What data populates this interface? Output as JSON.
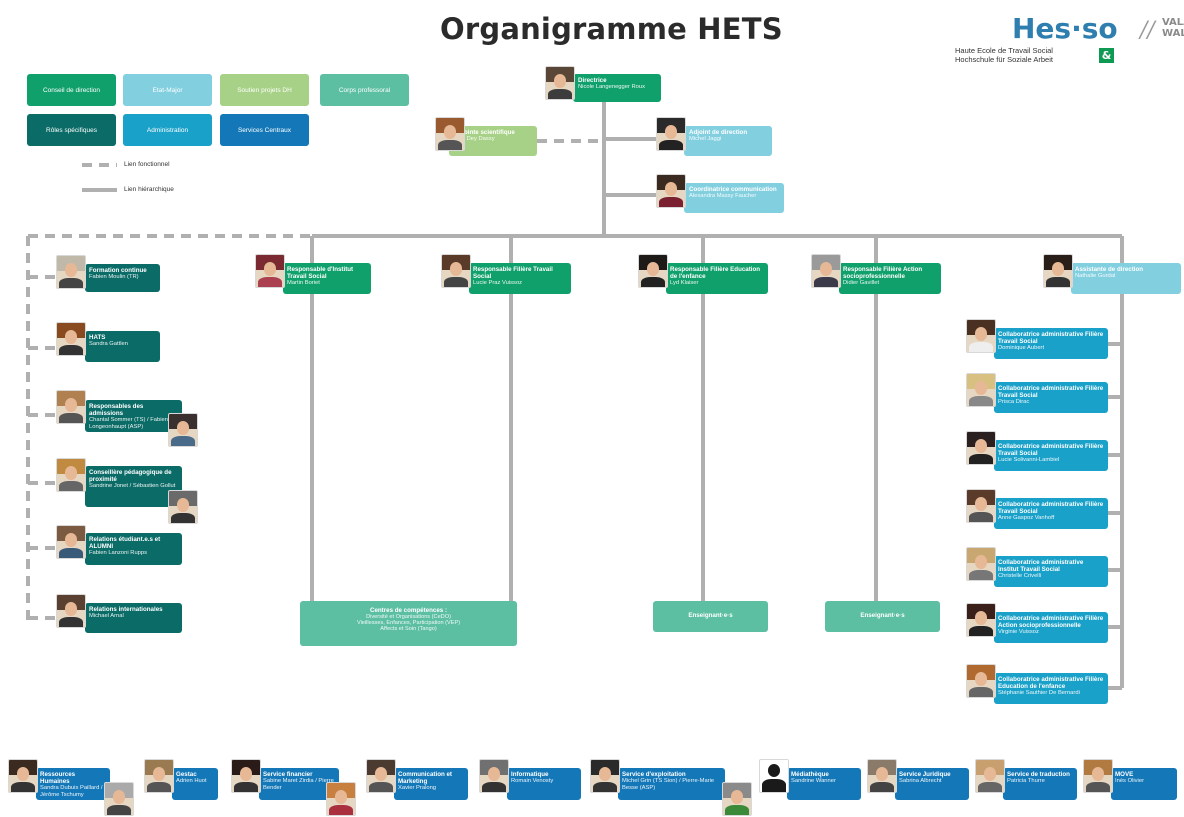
{
  "title": "Organigramme HETS",
  "logo": {
    "name": "Hes·so",
    "region": [
      "VALAIS",
      "WALLIS"
    ],
    "subtitle": [
      "Haute Ecole de Travail Social",
      "Hochschule für Soziale Arbeit"
    ],
    "amp": "&"
  },
  "legend": {
    "items": [
      {
        "label": "Conseil de direction",
        "color": "#10a06b"
      },
      {
        "label": "Etat-Major",
        "color": "#82cfe0"
      },
      {
        "label": "Soutien projets DH",
        "color": "#a7d186"
      },
      {
        "label": "Corps professoral",
        "color": "#5dbfa2"
      },
      {
        "label": "Rôles spécifiques",
        "color": "#0a6b67"
      },
      {
        "label": "Administration",
        "color": "#1aa1c9"
      },
      {
        "label": "Services Centraux",
        "color": "#1478b8"
      }
    ],
    "fonctionnel": "Lien fonctionnel",
    "hierarchique": "Lien hiérarchique"
  },
  "top": {
    "directrice": {
      "role": "Directrice",
      "name": "Nicole Langenegger Roux"
    },
    "adjointe_sci": {
      "role": "Adjointe scientifique",
      "name": "Line Dey Dassy"
    },
    "adjoint_dir": {
      "role": "Adjoint de direction",
      "name": "Michel Jaggi"
    },
    "coord_comm": {
      "role": "Coordinatrice communication",
      "name": "Alexandra Massy Faucher"
    }
  },
  "left": [
    {
      "role": "Formation continue",
      "name": "Fabien Moulin (TR)"
    },
    {
      "role": "HATS",
      "name": "Sandra Gattlen"
    },
    {
      "role": "Responsables des admissions",
      "name": "Chantal Sommer (TS) / Fabien Longeonhaupt (ASP)"
    },
    {
      "role": "Conseillère pédagogique de proximité",
      "name": "Sandrine Jonet / Sébastien Gollut"
    },
    {
      "role": "Relations étudiant.e.s et ALUMNI",
      "name": "Fabien Lanzoni Rupps"
    },
    {
      "role": "Relations internationales",
      "name": "Michael Arnal"
    }
  ],
  "columns": [
    {
      "role": "Responsable d'Institut Travail Social",
      "name": "Martin Boriet"
    },
    {
      "role": "Responsable Filière Travail Social",
      "name": "Lucie Praz Vuissoz"
    },
    {
      "role": "Responsable Filière Education de l'enfance",
      "name": "Lyd Klaiser"
    },
    {
      "role": "Responsable Filière Action socioprofessionnelle",
      "name": "Didier Gavillet"
    },
    {
      "role": "Assistante de direction",
      "name": "Nathalie Gurdal"
    }
  ],
  "centres": {
    "title": "Centres de compétences :",
    "lines": [
      "Diversité et Organisations (CeDO)",
      "Vieillesses, Enfances, Participation (VEP)",
      "Affects et Soin (Tango)"
    ]
  },
  "enseignants": [
    "Enseignant·e·s",
    "Enseignant·e·s"
  ],
  "admin": [
    {
      "role": "Collaboratrice administrative Filière Travail Social",
      "name": "Dominique Aubert"
    },
    {
      "role": "Collaboratrice administrative Filière Travail Social",
      "name": "Prisca Dirac"
    },
    {
      "role": "Collaboratrice administrative Filière Travail Social",
      "name": "Lucie Solivanni-Lambiel"
    },
    {
      "role": "Collaboratrice administrative Filière Travail Social",
      "name": "Anne Gaspoz Vanhoff"
    },
    {
      "role": "Collaboratrice administrative Institut Travail Social",
      "name": "Christelle Crivelli"
    },
    {
      "role": "Collaboratrice administrative Filière Action socioprofessionnelle",
      "name": "Virginie Vuissoz"
    },
    {
      "role": "Collaboratrice administrative Filière Education de l'enfance",
      "name": "Stéphanie Sauthier De Bernardi"
    }
  ],
  "services": [
    {
      "role": "Ressources Humaines",
      "name": "Sandra Dubuis Paillard / Jérôme Tschumy"
    },
    {
      "role": "Gestac",
      "name": "Adrien Huot"
    },
    {
      "role": "Service financier",
      "name": "Sabine Maret Zirdia / Pierre Bender"
    },
    {
      "role": "Communication et Marketing",
      "name": "Xavier Pralong"
    },
    {
      "role": "Informatique",
      "name": "Romain Venosty"
    },
    {
      "role": "Service d'exploitation",
      "name": "Michel Grin (TS Sion) / Pierre-Marie Besse (ASP)"
    },
    {
      "role": "Médiathèque",
      "name": "Sandrine Wanner"
    },
    {
      "role": "Service Juridique",
      "name": "Sabrina Albrecht"
    },
    {
      "role": "Service de traduction",
      "name": "Patricia Thurre"
    },
    {
      "role": "MOVE",
      "name": "Inès Olivier"
    }
  ]
}
